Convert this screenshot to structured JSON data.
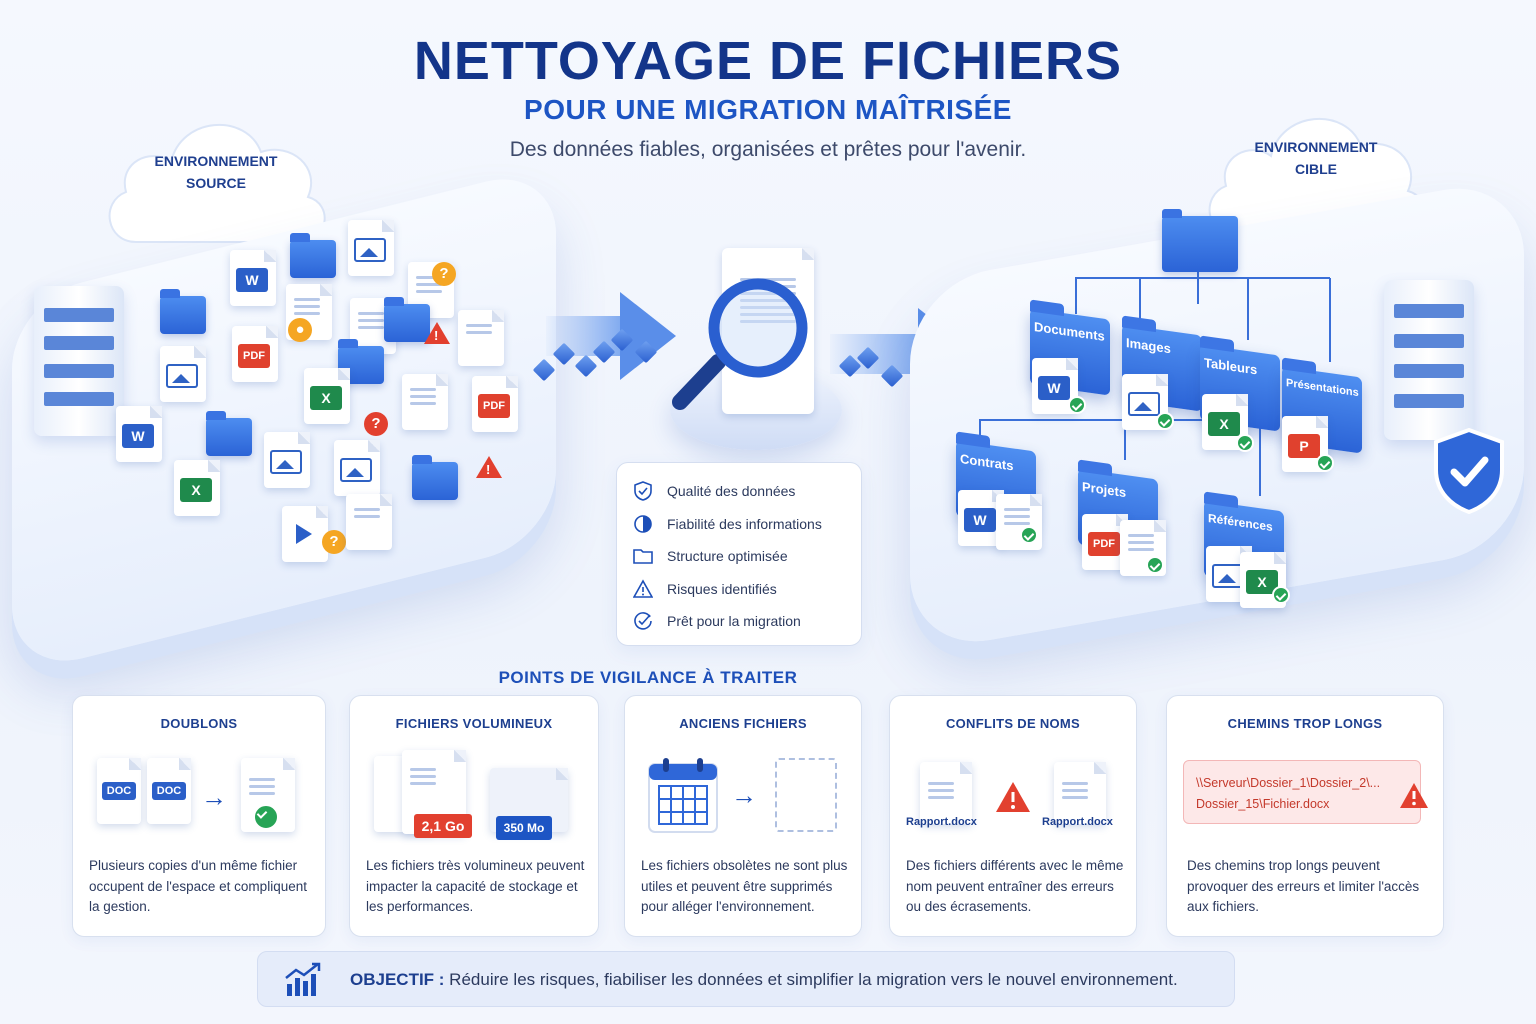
{
  "header": {
    "title": "NETTOYAGE DE FICHIERS",
    "subtitle": "POUR UNE MIGRATION MAÎTRISÉE",
    "tagline": "Des données fiables, organisées et prêtes pour l'avenir."
  },
  "source_cloud": {
    "line1": "ENVIRONNEMENT",
    "line2": "SOURCE"
  },
  "target_cloud": {
    "line1": "ENVIRONNEMENT",
    "line2": "CIBLE"
  },
  "source_icons": {
    "word": "W",
    "excel": "X",
    "pdf": "PDF",
    "question": "?",
    "alert": "!"
  },
  "target_folders": {
    "documents": "Documents",
    "images": "Images",
    "tableurs": "Tableurs",
    "presentations": "Présentations",
    "contrats": "Contrats",
    "projets": "Projets",
    "references": "Références",
    "word": "W",
    "excel": "X",
    "pdf": "PDF",
    "ppt": "P"
  },
  "checklist": [
    {
      "label": "Qualité des données",
      "icon": "shield-check-icon"
    },
    {
      "label": "Fiabilité des informations",
      "icon": "pie-chart-icon"
    },
    {
      "label": "Structure optimisée",
      "icon": "folder-icon"
    },
    {
      "label": "Risques identifiés",
      "icon": "warning-icon"
    },
    {
      "label": "Prêt pour la migration",
      "icon": "check-circle-icon"
    }
  ],
  "vigilance": {
    "title": "POINTS DE VIGILANCE À TRAITER",
    "cards": [
      {
        "title": "DOUBLONS",
        "text": "Plusieurs copies d'un même fichier occupent de l'espace et compliquent la gestion.",
        "doc_label": "DOC"
      },
      {
        "title": "FICHIERS VOLUMINEUX",
        "text": "Les fichiers très volumineux peuvent impacter la capacité de stockage et les performances.",
        "size_large": "2,1 Go",
        "size_small": "350 Mo"
      },
      {
        "title": "ANCIENS FICHIERS",
        "text": "Les fichiers obsolètes ne sont plus utiles et peuvent être supprimés pour alléger l'environnement."
      },
      {
        "title": "CONFLITS DE NOMS",
        "text": "Des fichiers différents avec le même nom peuvent entraîner des erreurs ou des écrasements.",
        "file_a": "Rapport.docx",
        "file_b": "Rapport.docx"
      },
      {
        "title": "CHEMINS TROP LONGS",
        "text": "Des chemins trop longs peuvent provoquer des erreurs et limiter l'accès aux fichiers.",
        "path_line1": "\\\\Serveur\\Dossier_1\\Dossier_2\\...",
        "path_line2": "Dossier_15\\Fichier.docx"
      }
    ]
  },
  "objective": {
    "label": "OBJECTIF :",
    "text": " Réduire les risques, fiabiliser les données et simplifier la migration vers le nouvel environnement."
  },
  "colors": {
    "title": "#13358a",
    "accent": "#1d55c4",
    "success": "#27a456",
    "danger": "#e2402f",
    "warning": "#f5a623"
  }
}
